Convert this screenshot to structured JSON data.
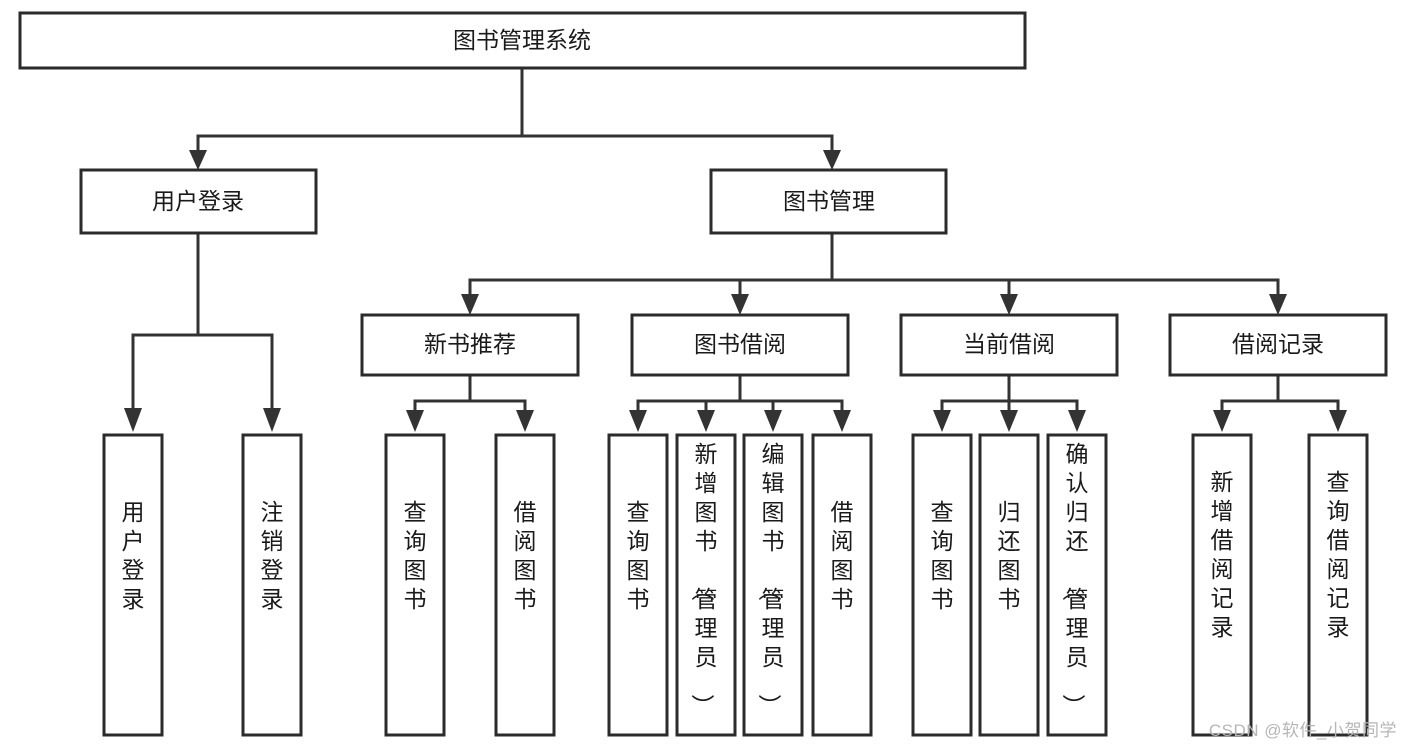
{
  "diagram": {
    "title": "图书管理系统",
    "watermark": "CSDN @软件_小贺同学",
    "orientation": "top-down-tree",
    "levels": 4,
    "root": {
      "id": "root",
      "label": "图书管理系统"
    },
    "level2": [
      {
        "id": "user-login",
        "label": "用户登录"
      },
      {
        "id": "book-manage",
        "label": "图书管理"
      }
    ],
    "level3": [
      {
        "id": "new-book-recommend",
        "label": "新书推荐",
        "parent": "book-manage"
      },
      {
        "id": "book-borrow",
        "label": "图书借阅",
        "parent": "book-manage"
      },
      {
        "id": "current-borrow",
        "label": "当前借阅",
        "parent": "book-manage"
      },
      {
        "id": "borrow-record",
        "label": "借阅记录",
        "parent": "book-manage"
      }
    ],
    "leaves": [
      {
        "id": "leaf-user-login",
        "label": "用户登录",
        "parent": "user-login"
      },
      {
        "id": "leaf-logout",
        "label": "注销登录",
        "parent": "user-login"
      },
      {
        "id": "leaf-query-book-1",
        "label": "查询图书",
        "parent": "new-book-recommend"
      },
      {
        "id": "leaf-borrow-book-1",
        "label": "借阅图书",
        "parent": "new-book-recommend"
      },
      {
        "id": "leaf-query-book-2",
        "label": "查询图书",
        "parent": "book-borrow"
      },
      {
        "id": "leaf-add-book",
        "label": "新增图书（管理员）",
        "parent": "book-borrow"
      },
      {
        "id": "leaf-edit-book",
        "label": "编辑图书（管理员）",
        "parent": "book-borrow"
      },
      {
        "id": "leaf-borrow-book-2",
        "label": "借阅图书",
        "parent": "book-borrow"
      },
      {
        "id": "leaf-query-book-3",
        "label": "查询图书",
        "parent": "current-borrow"
      },
      {
        "id": "leaf-return-book",
        "label": "归还图书",
        "parent": "current-borrow"
      },
      {
        "id": "leaf-confirm-return",
        "label": "确认归还（管理员）",
        "parent": "current-borrow"
      },
      {
        "id": "leaf-add-record",
        "label": "新增借阅记录",
        "parent": "borrow-record"
      },
      {
        "id": "leaf-query-record",
        "label": "查询借阅记录",
        "parent": "borrow-record"
      }
    ],
    "colors": {
      "box_stroke": "#2b2b2b",
      "box_fill": "#ffffff",
      "connector": "#333333",
      "text": "#1a1a1a",
      "watermark": "#b6b6b6",
      "background": "#ffffff"
    }
  }
}
